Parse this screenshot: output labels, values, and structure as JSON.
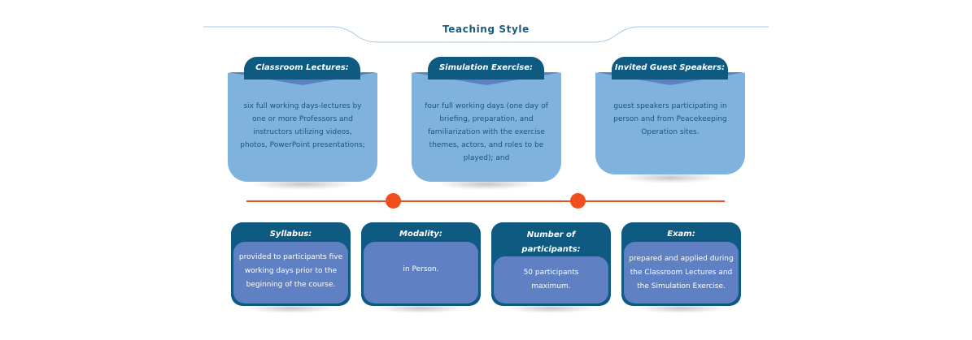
{
  "section": {
    "title": "Teaching Style"
  },
  "top_cards": [
    {
      "heading": "Classroom Lectures:",
      "text": "six full working days-lectures by one or more Professors and instructors utilizing videos, photos, PowerPoint presentations;"
    },
    {
      "heading": "Simulation Exercise:",
      "text": "four full working days (one day of briefing, preparation, and familiarization with the exercise themes, actors, and roles to be played); and"
    },
    {
      "heading": "Invited Guest Speakers:",
      "text": "guest speakers participating in person and from Peacekeeping Operation sites."
    }
  ],
  "bottom_cards": [
    {
      "heading": "Syllabus:",
      "text": "provided to participants five working days prior to the beginning of the course."
    },
    {
      "heading": "Modality:",
      "text": "in Person."
    },
    {
      "heading": "Number of participants:",
      "text": "50 participants maximum."
    },
    {
      "heading": "Exam:",
      "text": "prepared and applied during the Classroom Lectures and the Simulation Exercise."
    }
  ],
  "colors": {
    "title": "#1d5a80",
    "card_dark": "#0f5a80",
    "card_light": "#7fb3de",
    "card_medium": "#5f80c2",
    "timeline": "#f04e1c"
  }
}
